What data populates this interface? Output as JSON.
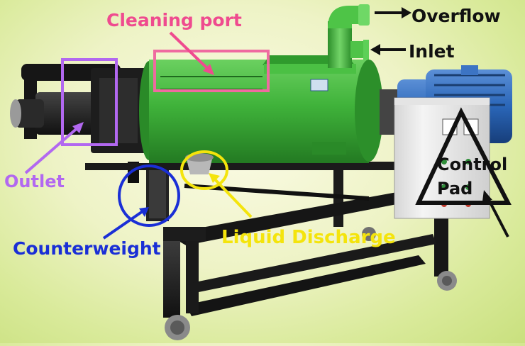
{
  "labels": {
    "cleaning_port": "Cleaning port",
    "overflow": "Overflow",
    "inlet": "Inlet",
    "outlet": "Outlet",
    "counterweight": "Counterweight",
    "liquid_discharge": "Liquid Discharge",
    "control": "Control",
    "pad": "Pad"
  },
  "colors": {
    "cleaning_port": "#ef4b8f",
    "outlet": "#b268f0",
    "counterweight": "#1a2fd6",
    "liquid_discharge": "#f4e40c",
    "arrows": "#111111",
    "machine_body": "#3fb23a",
    "frame": "#141414",
    "motor": "#2a66b8",
    "control_box": "#eeeeee"
  }
}
